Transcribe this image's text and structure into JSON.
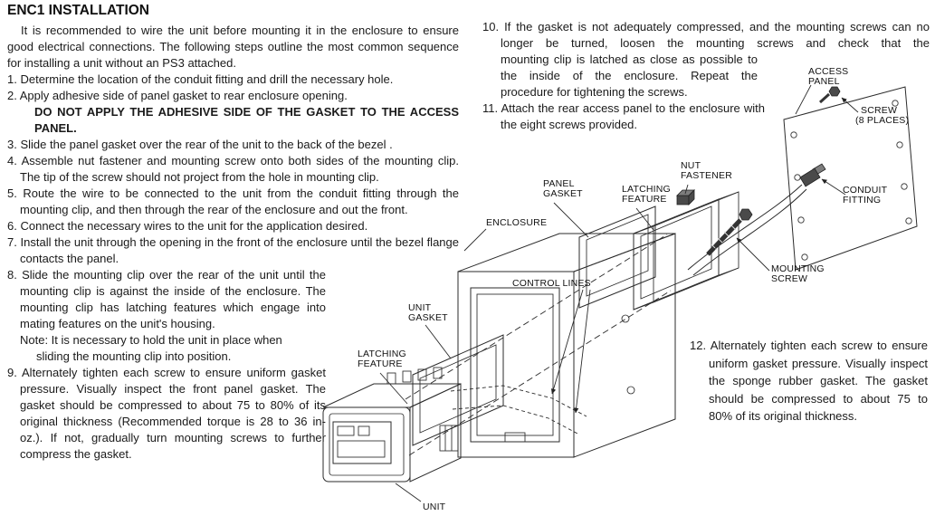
{
  "title": "ENC1 INSTALLATION",
  "intro": "It is recommended to wire the unit before mounting it in the enclosure to ensure good electrical connections. The following steps outline the most common sequence for installing a unit without an PS3 attached.",
  "steps": {
    "s1": {
      "num": "1.",
      "text": "Determine the location of the conduit fitting and drill the necessary hole."
    },
    "s2": {
      "num": "2.",
      "text": "Apply adhesive side of panel gasket to rear enclosure opening.",
      "warning": "DO NOT APPLY THE ADHESIVE SIDE OF THE GASKET TO THE ACCESS PANEL."
    },
    "s3": {
      "num": "3.",
      "text": "Slide the panel gasket over the rear of the unit to the back of the bezel ."
    },
    "s4": {
      "num": "4.",
      "text": "Assemble nut fastener and mounting screw onto both sides of the mounting clip. The tip of the screw should not project from the hole in mounting clip."
    },
    "s5": {
      "num": "5.",
      "text": "Route the wire to be connected to the unit from the conduit fitting through the mounting clip, and then through the rear of the enclosure and out the front."
    },
    "s6": {
      "num": "6.",
      "text": "Connect the necessary wires to the unit for the application desired."
    },
    "s7": {
      "num": "7.",
      "text": "Install the unit through the opening in the front of the enclosure until the bezel flange contacts the panel."
    },
    "s8": {
      "num": "8.",
      "text": "Slide the mounting clip over the rear of the unit until the mounting clip is against the inside of the enclosure. The mounting clip has latching features which engage into mating features on the unit's housing.",
      "note_line1": "Note: It is necessary to hold the unit in place when",
      "note_line2": "sliding the mounting clip into position."
    },
    "s9": {
      "num": "9.",
      "text": "Alternately tighten each screw to ensure uniform gasket pressure. Visually inspect the front panel gasket. The gasket should be compressed to about 75 to 80% of its original thickness (Recommended torque is 28 to 36 in-oz.). If not, gradually turn mounting screws to further compress the gasket."
    },
    "s10": {
      "num": "10.",
      "text_a": "If the gasket is not adequately compressed, and the mounting screws can no longer be turned, loosen the mounting screws and check that the",
      "text_b": "mounting clip is latched as close as possible to the inside of the enclosure. Repeat the procedure for tightening the screws."
    },
    "s11": {
      "num": "11.",
      "text": "Attach the rear access panel to the enclosure with the eight screws provided."
    },
    "s12": {
      "num": "12.",
      "text": "Alternately tighten each screw to ensure uniform gasket pressure. Visually inspect the sponge rubber gasket. The gasket should be compressed to about 75 to 80% of its original thickness."
    }
  },
  "diagram": {
    "labels": {
      "access_panel": [
        "ACCESS",
        "PANEL"
      ],
      "screw_8_places": [
        "SCREW",
        "(8 PLACES)"
      ],
      "conduit_fitting": [
        "CONDUIT",
        "FITTING"
      ],
      "nut_fastener": [
        "NUT",
        "FASTENER"
      ],
      "latching_feature_top": [
        "LATCHING",
        "FEATURE"
      ],
      "panel_gasket": [
        "PANEL",
        "GASKET"
      ],
      "enclosure": "ENCLOSURE",
      "mounting_screw": [
        "MOUNTING",
        "SCREW"
      ],
      "control_lines": "CONTROL LINES",
      "unit_gasket": [
        "UNIT",
        "GASKET"
      ],
      "latching_feature_bottom": [
        "LATCHING",
        "FEATURE"
      ],
      "unit": "UNIT"
    },
    "colors": {
      "ink": "#1a1a1a",
      "line": "#2b2b2b"
    }
  }
}
